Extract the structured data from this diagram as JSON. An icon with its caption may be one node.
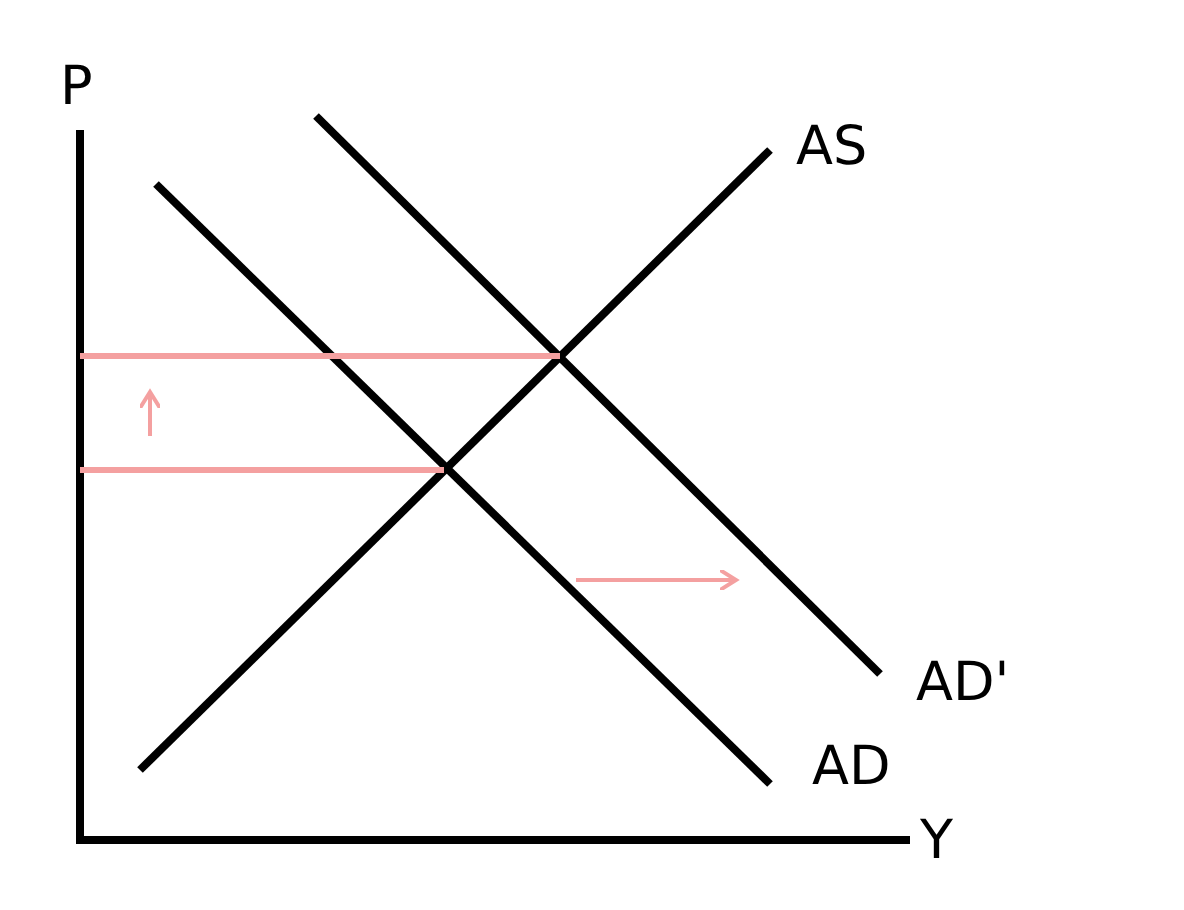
{
  "diagram": {
    "labels": [
      "P",
      "AS",
      "AD'",
      "AD",
      "Y"
    ]
  }
}
